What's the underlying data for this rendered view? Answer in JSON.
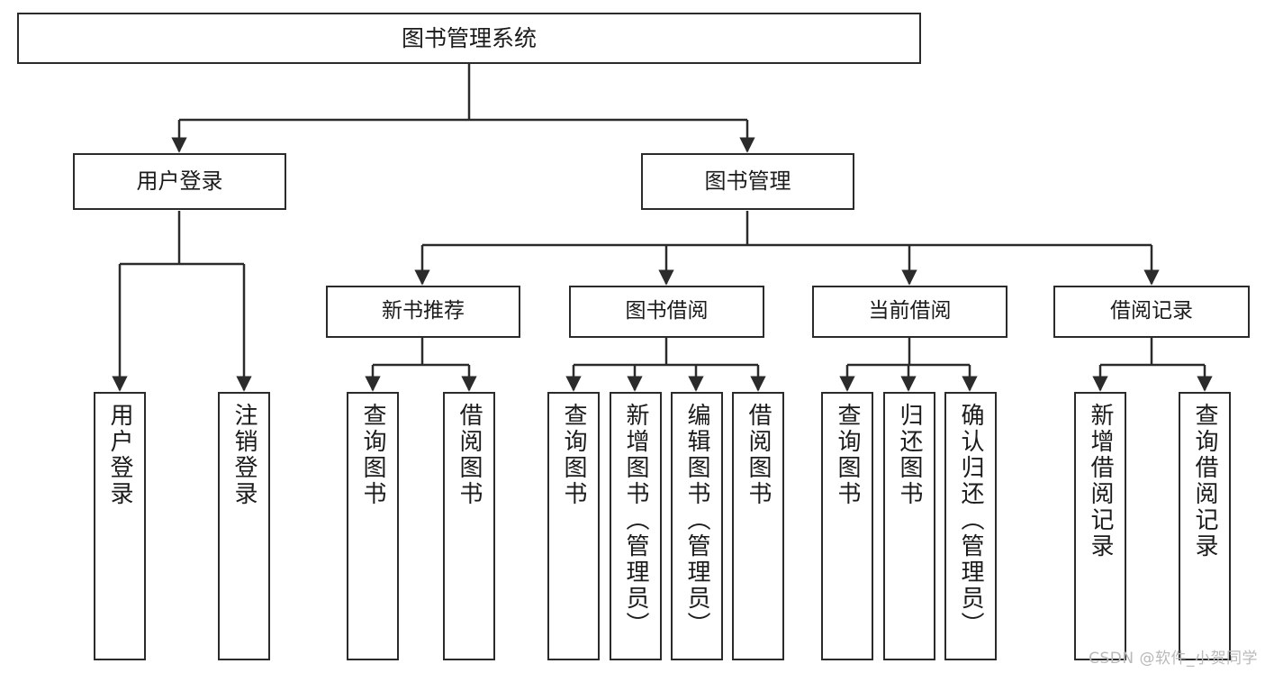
{
  "diagram": {
    "title": "图书管理系统",
    "watermark": "CSDN @软件_小贺同学",
    "colors": {
      "stroke": "#2b2b2b",
      "fill": "#ffffff",
      "text": "#1b1b1b",
      "watermark": "#b9b9b9"
    },
    "root": {
      "label": "图书管理系统"
    },
    "branches": [
      {
        "label": "用户登录"
      },
      {
        "label": "图书管理"
      }
    ],
    "groups": [
      {
        "label": "新书推荐"
      },
      {
        "label": "图书借阅"
      },
      {
        "label": "当前借阅"
      },
      {
        "label": "借阅记录"
      }
    ],
    "leaves": [
      {
        "label": "用户登录",
        "parent": "用户登录"
      },
      {
        "label": "注销登录",
        "parent": "用户登录"
      },
      {
        "label": "查询图书",
        "parent": "新书推荐"
      },
      {
        "label": "借阅图书",
        "parent": "新书推荐"
      },
      {
        "label": "查询图书",
        "parent": "图书借阅"
      },
      {
        "label": "新增图书（管理员）",
        "parent": "图书借阅"
      },
      {
        "label": "编辑图书（管理员）",
        "parent": "图书借阅"
      },
      {
        "label": "借阅图书",
        "parent": "图书借阅"
      },
      {
        "label": "查询图书",
        "parent": "当前借阅"
      },
      {
        "label": "归还图书",
        "parent": "当前借阅"
      },
      {
        "label": "确认归还（管理员）",
        "parent": "当前借阅"
      },
      {
        "label": "新增借阅记录",
        "parent": "借阅记录"
      },
      {
        "label": "查询借阅记录",
        "parent": "借阅记录"
      }
    ]
  }
}
